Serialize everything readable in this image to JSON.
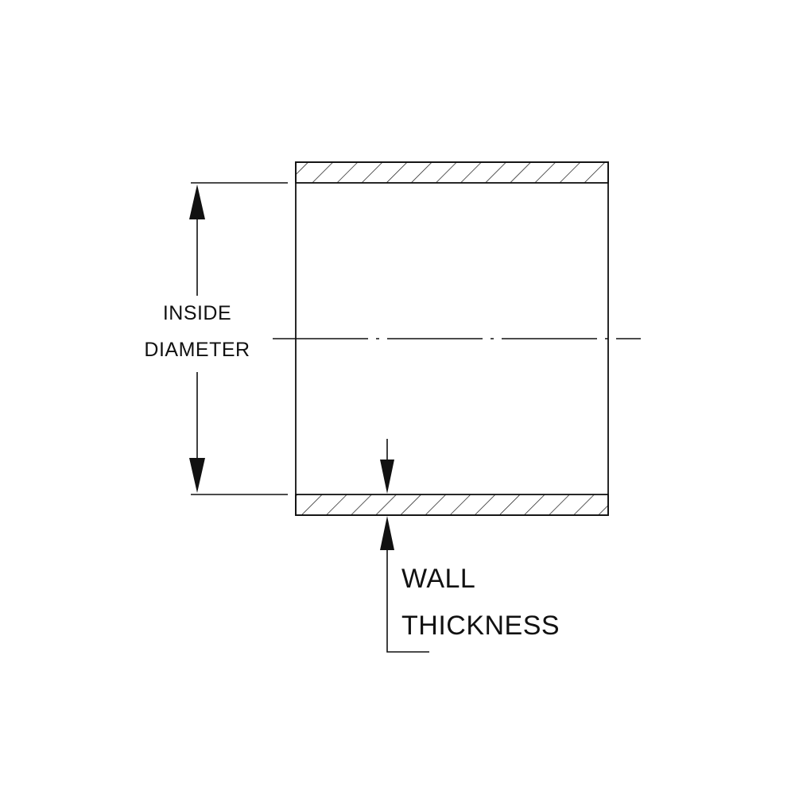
{
  "labels": {
    "inside_line1": "INSIDE",
    "inside_line2": "DIAMETER",
    "wall_line1": "WALL",
    "wall_line2": "THICKNESS"
  },
  "colors": {
    "ink": "#111111",
    "background": "#ffffff"
  }
}
